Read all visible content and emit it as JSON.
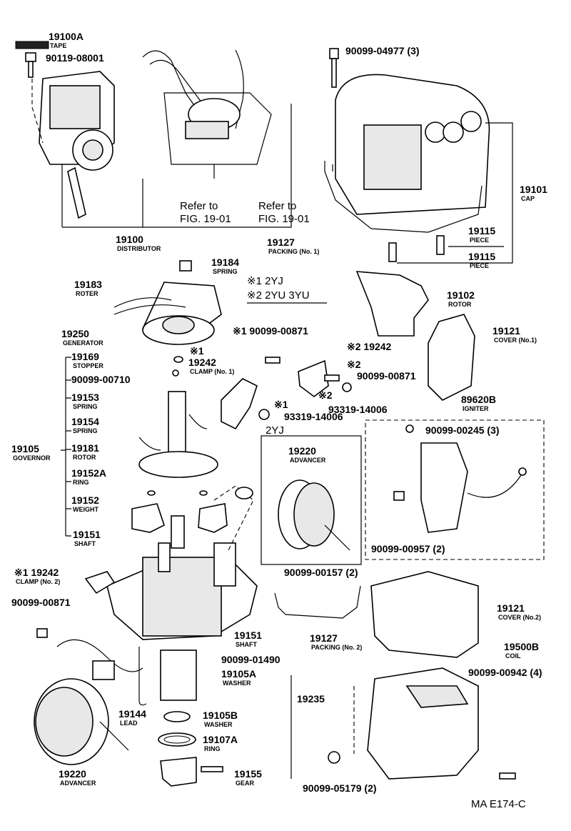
{
  "diagram": {
    "refs": {
      "ref1": "Refer to",
      "ref1_fig": "FIG. 19-01",
      "ref2": "Refer to",
      "ref2_fig": "FIG. 19-01"
    },
    "variants": {
      "v1": "※1 2YJ",
      "v2": "※2 2YU  3YU",
      "box_2yj": "2YJ"
    },
    "footer": "MA E174-C",
    "parts": {
      "p19100A": {
        "no": "19100A",
        "name": "TAPE"
      },
      "p9011908001": {
        "no": "90119-08001",
        "name": ""
      },
      "p19100": {
        "no": "19100",
        "name": "DISTRIBUTOR"
      },
      "p9009904977": {
        "no": "90099-04977 (3)",
        "name": ""
      },
      "p19101": {
        "no": "19101",
        "name": "CAP"
      },
      "p19127a": {
        "no": "19127",
        "name": "PACKING (No. 1)"
      },
      "p19115a": {
        "no": "19115",
        "name": "PIECE"
      },
      "p19115b": {
        "no": "19115",
        "name": "PIECE"
      },
      "p19184": {
        "no": "19184",
        "name": "SPRING"
      },
      "p19183": {
        "no": "19183",
        "name": "ROTER"
      },
      "p19102": {
        "no": "19102",
        "name": "ROTOR"
      },
      "p19250": {
        "no": "19250",
        "name": "GENERATOR"
      },
      "p9009900871a": {
        "no": "※1 90099-00871",
        "name": ""
      },
      "p19242s2": {
        "no": "※2 19242",
        "name": ""
      },
      "p19121a": {
        "no": "19121",
        "name": "COVER (No.1)"
      },
      "p19169": {
        "no": "19169",
        "name": "STOPPER"
      },
      "p19242c1": {
        "no": "19242",
        "name": "CLAMP (No. 1)"
      },
      "s1a": {
        "no": "※1",
        "name": ""
      },
      "p9009900710": {
        "no": "90099-00710",
        "name": ""
      },
      "s2a": {
        "no": "※2",
        "name": ""
      },
      "p9009900871b": {
        "no": "90099-00871",
        "name": ""
      },
      "s2b": {
        "no": "※2",
        "name": ""
      },
      "p9331914006a": {
        "no": "93319-14006",
        "name": ""
      },
      "s1b": {
        "no": "※1",
        "name": ""
      },
      "p9331914006b": {
        "no": "93319-14006",
        "name": ""
      },
      "p89620B": {
        "no": "89620B",
        "name": "IGNITER"
      },
      "p19153": {
        "no": "19153",
        "name": "SPRING"
      },
      "p19154": {
        "no": "19154",
        "name": "SPRING"
      },
      "p19105": {
        "no": "19105",
        "name": "GOVERNOR"
      },
      "p19181": {
        "no": "19181",
        "name": "ROTOR"
      },
      "p19152A": {
        "no": "19152A",
        "name": "RING"
      },
      "p19152": {
        "no": "19152",
        "name": "WEIGHT"
      },
      "p19151a": {
        "no": "19151",
        "name": "SHAFT"
      },
      "p19220a": {
        "no": "19220",
        "name": "ADVANCER"
      },
      "p9009900245": {
        "no": "90099-00245 (3)",
        "name": ""
      },
      "p9009900957": {
        "no": "90099-00957 (2)",
        "name": ""
      },
      "p19242c2": {
        "no": "※1 19242",
        "name": "CLAMP (No. 2)"
      },
      "p9009900157": {
        "no": "90099-00157 (2)",
        "name": ""
      },
      "p9009900871c": {
        "no": "90099-00871",
        "name": ""
      },
      "p19151b": {
        "no": "19151",
        "name": "SHAFT"
      },
      "p19127b": {
        "no": "19127",
        "name": "PACKING (No. 2)"
      },
      "p19121b": {
        "no": "19121",
        "name": "COVER (No.2)"
      },
      "p9009901490": {
        "no": "90099-01490",
        "name": ""
      },
      "p19105A": {
        "no": "19105A",
        "name": "WASHER"
      },
      "p19500B": {
        "no": "19500B",
        "name": "COIL"
      },
      "p9009900942": {
        "no": "90099-00942 (4)",
        "name": ""
      },
      "p19235": {
        "no": "19235",
        "name": ""
      },
      "p19144": {
        "no": "19144",
        "name": "LEAD"
      },
      "p19105B": {
        "no": "19105B",
        "name": "WASHER"
      },
      "p19107A": {
        "no": "19107A",
        "name": "RING"
      },
      "p19220b": {
        "no": "19220",
        "name": "ADVANCER"
      },
      "p19155": {
        "no": "19155",
        "name": "GEAR"
      },
      "p9009905179": {
        "no": "90099-05179 (2)",
        "name": ""
      }
    }
  }
}
